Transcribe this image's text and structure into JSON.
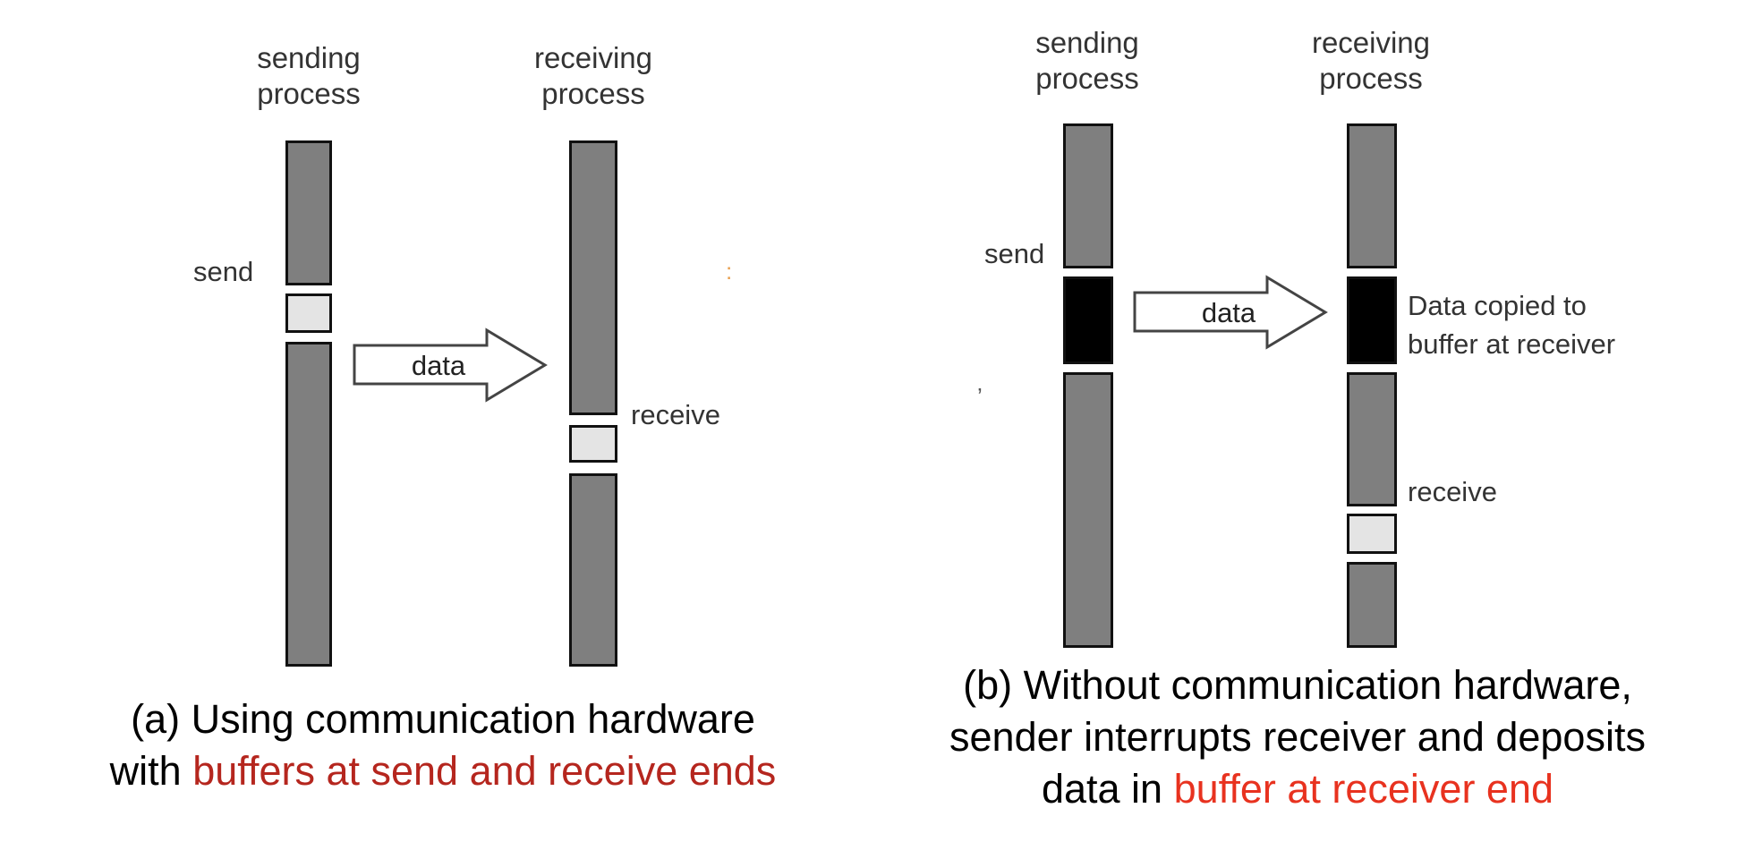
{
  "panel_a": {
    "sending_header": [
      "sending",
      "process"
    ],
    "receiving_header": [
      "receiving",
      "process"
    ],
    "send_label": "send",
    "receive_label": "receive",
    "arrow_label": "data",
    "caption_line1": "(a) Using communication hardware",
    "caption_line2_prefix": "with ",
    "caption_line2_highlight": "buffers at send and receive ends"
  },
  "panel_b": {
    "sending_header": [
      "sending",
      "process"
    ],
    "receiving_header": [
      "receiving",
      "process"
    ],
    "send_label": "send",
    "receive_label": "receive",
    "arrow_label": "data",
    "buffer_note": [
      "Data copied to",
      "buffer at receiver"
    ],
    "caption_line1": "(b) Without communication hardware,",
    "caption_line2": "sender interrupts receiver and deposits",
    "caption_line3_prefix": "data in ",
    "caption_line3_highlight": "buffer at receiver end"
  },
  "colors": {
    "bar_fill": "#7f7f7f",
    "buffer_light": "#e4e4e4",
    "buffer_black": "#000000",
    "highlight_a": "#b5261e",
    "highlight_b": "#e8321f"
  }
}
